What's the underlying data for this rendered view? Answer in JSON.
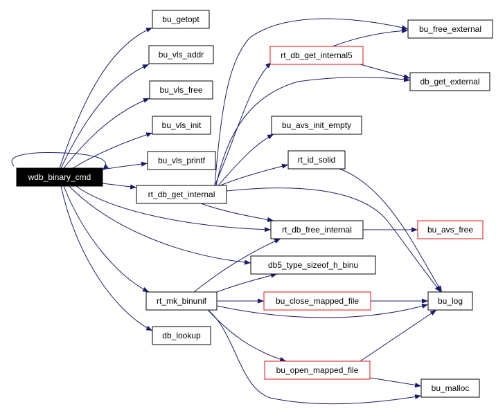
{
  "nodes": [
    {
      "id": "wdb_binary_cmd",
      "label": "wdb_binary_cmd",
      "style": "root"
    },
    {
      "id": "bu_getopt",
      "label": "bu_getopt",
      "style": "normal"
    },
    {
      "id": "bu_vls_addr",
      "label": "bu_vls_addr",
      "style": "normal"
    },
    {
      "id": "bu_vls_free",
      "label": "bu_vls_free",
      "style": "normal"
    },
    {
      "id": "bu_vls_init",
      "label": "bu_vls_init",
      "style": "normal"
    },
    {
      "id": "bu_vls_printf",
      "label": "bu_vls_printf",
      "style": "normal"
    },
    {
      "id": "rt_db_get_internal",
      "label": "rt_db_get_internal",
      "style": "normal"
    },
    {
      "id": "rt_db_free_internal",
      "label": "rt_db_free_internal",
      "style": "normal"
    },
    {
      "id": "db5_type_sizeof_h_binu",
      "label": "db5_type_sizeof_h_binu",
      "style": "normal"
    },
    {
      "id": "rt_mk_binunif",
      "label": "rt_mk_binunif",
      "style": "normal"
    },
    {
      "id": "db_lookup",
      "label": "db_lookup",
      "style": "normal"
    },
    {
      "id": "rt_db_get_internal5",
      "label": "rt_db_get_internal5",
      "style": "red"
    },
    {
      "id": "bu_avs_init_empty",
      "label": "bu_avs_init_empty",
      "style": "normal"
    },
    {
      "id": "rt_id_solid",
      "label": "rt_id_solid",
      "style": "normal"
    },
    {
      "id": "bu_close_mapped_file",
      "label": "bu_close_mapped_file",
      "style": "red"
    },
    {
      "id": "bu_open_mapped_file",
      "label": "bu_open_mapped_file",
      "style": "red"
    },
    {
      "id": "bu_free_external",
      "label": "bu_free_external",
      "style": "normal"
    },
    {
      "id": "db_get_external",
      "label": "db_get_external",
      "style": "normal"
    },
    {
      "id": "bu_avs_free",
      "label": "bu_avs_free",
      "style": "red"
    },
    {
      "id": "bu_log",
      "label": "bu_log",
      "style": "normal"
    },
    {
      "id": "bu_malloc",
      "label": "bu_malloc",
      "style": "normal"
    }
  ],
  "edges": [
    {
      "from": "wdb_binary_cmd",
      "to": "wdb_binary_cmd"
    },
    {
      "from": "wdb_binary_cmd",
      "to": "bu_getopt"
    },
    {
      "from": "wdb_binary_cmd",
      "to": "bu_vls_addr"
    },
    {
      "from": "wdb_binary_cmd",
      "to": "bu_vls_free"
    },
    {
      "from": "wdb_binary_cmd",
      "to": "bu_vls_init"
    },
    {
      "from": "wdb_binary_cmd",
      "to": "bu_vls_printf"
    },
    {
      "from": "wdb_binary_cmd",
      "to": "rt_db_get_internal"
    },
    {
      "from": "wdb_binary_cmd",
      "to": "rt_db_free_internal"
    },
    {
      "from": "wdb_binary_cmd",
      "to": "db5_type_sizeof_h_binu"
    },
    {
      "from": "wdb_binary_cmd",
      "to": "rt_mk_binunif"
    },
    {
      "from": "wdb_binary_cmd",
      "to": "db_lookup"
    },
    {
      "from": "rt_db_get_internal",
      "to": "rt_db_get_internal5"
    },
    {
      "from": "rt_db_get_internal",
      "to": "bu_free_external"
    },
    {
      "from": "rt_db_get_internal",
      "to": "db_get_external"
    },
    {
      "from": "rt_db_get_internal",
      "to": "bu_avs_init_empty"
    },
    {
      "from": "rt_db_get_internal",
      "to": "rt_id_solid"
    },
    {
      "from": "rt_db_get_internal",
      "to": "rt_db_free_internal"
    },
    {
      "from": "rt_db_get_internal",
      "to": "bu_log"
    },
    {
      "from": "rt_db_get_internal5",
      "to": "bu_free_external"
    },
    {
      "from": "rt_db_get_internal5",
      "to": "db_get_external"
    },
    {
      "from": "rt_id_solid",
      "to": "bu_log"
    },
    {
      "from": "rt_db_free_internal",
      "to": "bu_avs_free"
    },
    {
      "from": "rt_mk_binunif",
      "to": "rt_db_free_internal"
    },
    {
      "from": "rt_mk_binunif",
      "to": "db5_type_sizeof_h_binu"
    },
    {
      "from": "rt_mk_binunif",
      "to": "bu_close_mapped_file"
    },
    {
      "from": "rt_mk_binunif",
      "to": "bu_log"
    },
    {
      "from": "rt_mk_binunif",
      "to": "bu_open_mapped_file"
    },
    {
      "from": "rt_mk_binunif",
      "to": "bu_malloc"
    },
    {
      "from": "bu_close_mapped_file",
      "to": "bu_log"
    },
    {
      "from": "bu_open_mapped_file",
      "to": "bu_log"
    },
    {
      "from": "bu_open_mapped_file",
      "to": "bu_malloc"
    }
  ],
  "colors": {
    "edge": "#1a1a6e",
    "node_border": "#000000",
    "node_border_red": "#e01010",
    "root_fill": "#000000",
    "root_text": "#ffffff",
    "node_fill": "#ffffff",
    "node_text": "#000000"
  }
}
